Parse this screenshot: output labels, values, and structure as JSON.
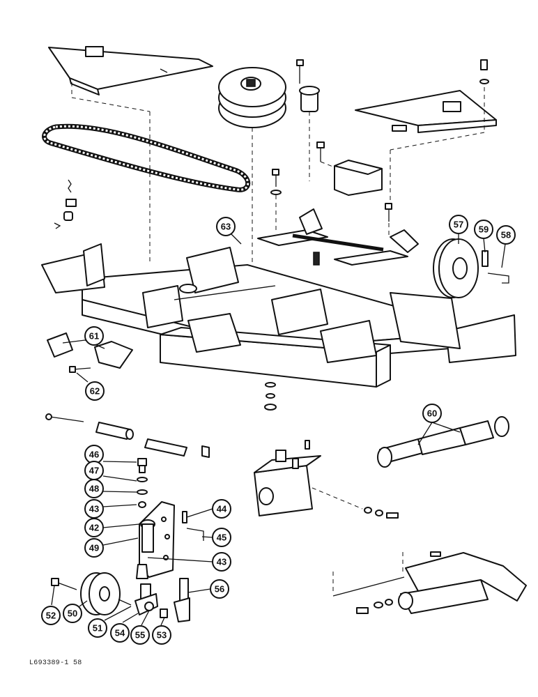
{
  "drawing_code": "L693389-1 58",
  "callouts": [
    {
      "id": "c63",
      "label": "63"
    },
    {
      "id": "c57",
      "label": "57"
    },
    {
      "id": "c59",
      "label": "59"
    },
    {
      "id": "c58",
      "label": "58"
    },
    {
      "id": "c61",
      "label": "61"
    },
    {
      "id": "c62",
      "label": "62"
    },
    {
      "id": "c60",
      "label": "60"
    },
    {
      "id": "c46",
      "label": "46"
    },
    {
      "id": "c47",
      "label": "47"
    },
    {
      "id": "c48",
      "label": "48"
    },
    {
      "id": "c43a",
      "label": "43"
    },
    {
      "id": "c42",
      "label": "42"
    },
    {
      "id": "c49",
      "label": "49"
    },
    {
      "id": "c44",
      "label": "44"
    },
    {
      "id": "c45",
      "label": "45"
    },
    {
      "id": "c43b",
      "label": "43"
    },
    {
      "id": "c56",
      "label": "56"
    },
    {
      "id": "c52",
      "label": "52"
    },
    {
      "id": "c50",
      "label": "50"
    },
    {
      "id": "c51",
      "label": "51"
    },
    {
      "id": "c54",
      "label": "54"
    },
    {
      "id": "c55",
      "label": "55"
    },
    {
      "id": "c53",
      "label": "53"
    }
  ]
}
